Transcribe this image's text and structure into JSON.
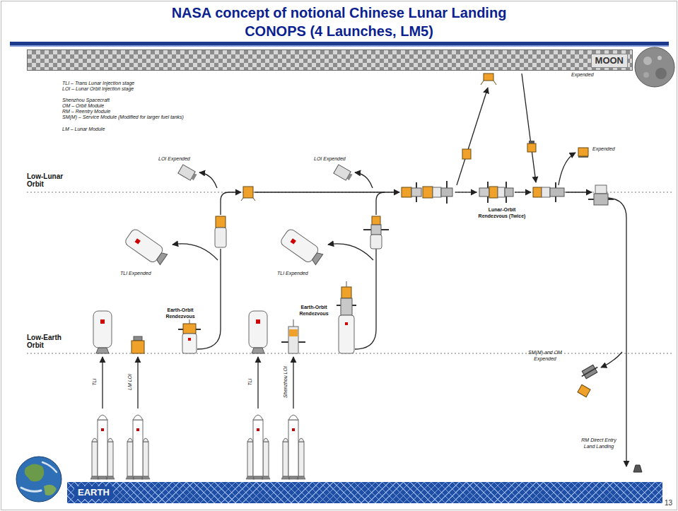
{
  "diagram": {
    "title": "NASA concept of notional Chinese Lunar Landing",
    "nodes": [
      {
        "text": [
          "MOON"
        ]
      },
      {
        "text": [
          "EARTH"
        ]
      }
    ],
    "labels": [
      "CONOPS (4 Launches, LM5)",
      "TLI – Trans Lunar Injection stage",
      "LOI – Lunar Orbit Injection stage",
      "Shenzhou Spacecraft",
      "OM – Orbit Module",
      "RM – Reentry Module",
      "SM(M) – Service Module (Modified for larger fuel tanks)",
      "LM – Lunar Module",
      "Low-Lunar Orbit",
      "Low-Earth Orbit",
      "LOI Expended",
      "LOI Expended",
      "Expended",
      "Expended",
      "TLI Expended",
      "TLI Expended",
      "Earth-Orbit Rendezvous",
      "Earth-Orbit Rendezvous",
      "Lunar-Orbit Rendezvous (Twice)",
      "SM(M) and OM Expended",
      "RM Direct Entry Land Landing",
      "TLI",
      "LM LOI",
      "TLI",
      "Shenzhou LOI",
      "13"
    ]
  }
}
